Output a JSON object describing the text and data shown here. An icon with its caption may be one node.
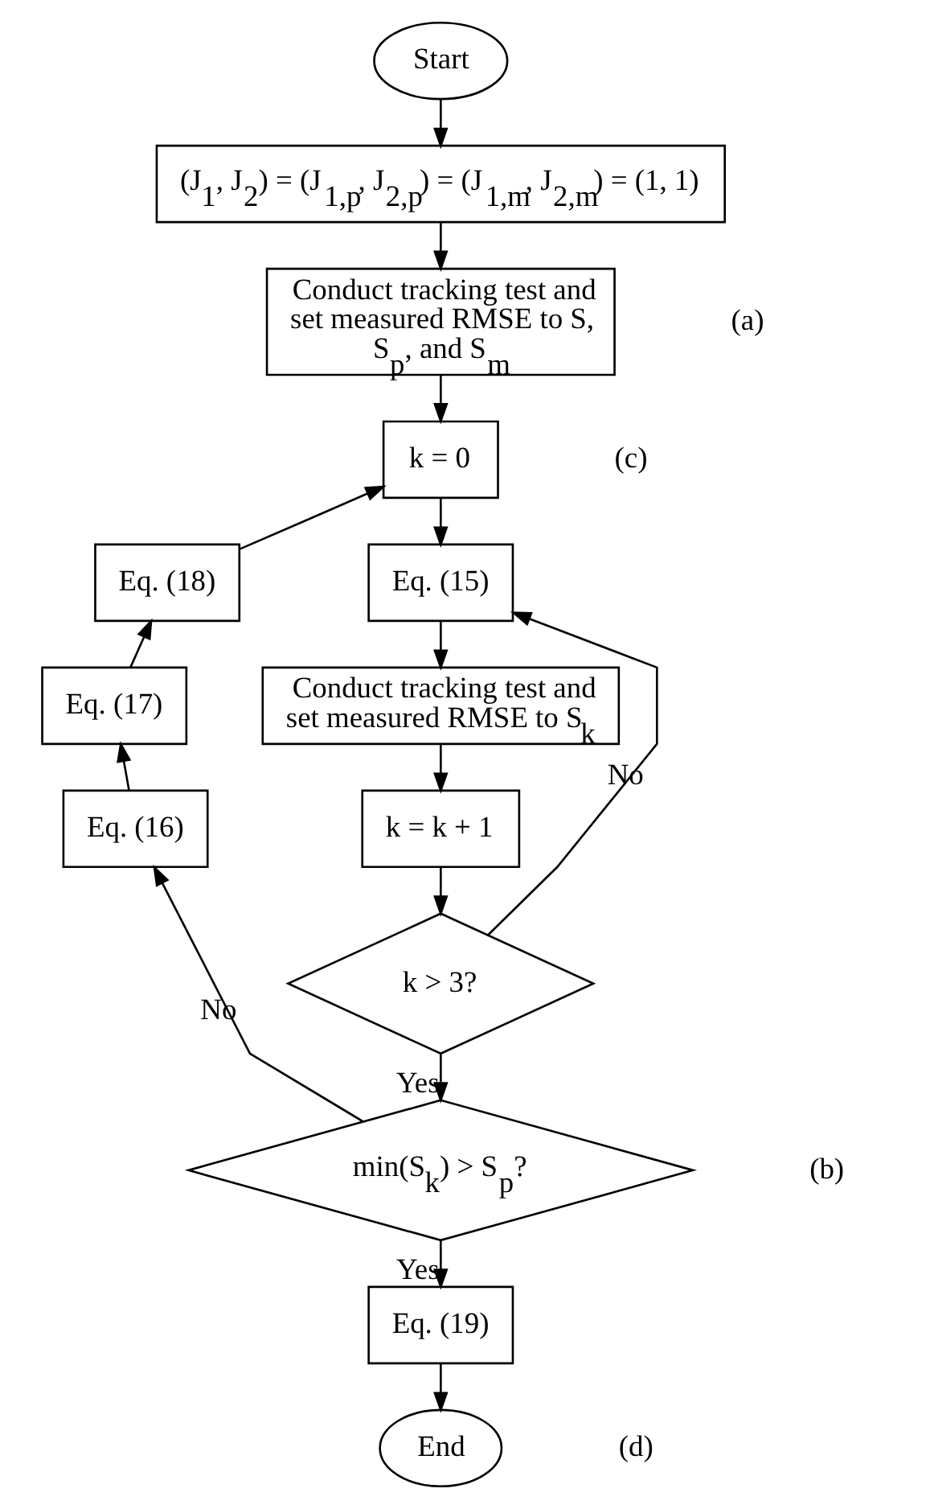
{
  "diagram": {
    "nodes": [
      {
        "text": [
          "Start"
        ]
      },
      {
        "text": [
          "(J$_{1}$, J$_{2}$) = (J$_{1,p}$, J$_{2,p}$) = (J$_{1,m}$, J$_{2,m}$) = (1, 1)"
        ]
      },
      {
        "text": [
          "Conduct tracking test and set measured RMSE to S, S$_{p}$, and S$_{m}$"
        ]
      },
      {
        "text": [
          "k = 0"
        ]
      },
      {
        "text": [
          "Eq. (15)"
        ]
      },
      {
        "text": [
          "Conduct tracking test and set measured RMSE to S$_{k}$"
        ]
      },
      {
        "text": [
          "k = k + 1"
        ]
      },
      {
        "text": [
          "k > 3?"
        ]
      },
      {
        "text": [
          "min(S$_{k}$) > S$_{p}$?"
        ]
      },
      {
        "text": [
          "Eq. (19)"
        ]
      },
      {
        "text": [
          "End"
        ]
      },
      {
        "text": [
          "Eq. (16)"
        ]
      },
      {
        "text": [
          "Eq. (17)"
        ]
      },
      {
        "text": [
          "Eq. (18)"
        ]
      }
    ],
    "edges": [
      {
        "from": 0,
        "to": 1,
        "arrow": "to"
      },
      {
        "from": 1,
        "to": 2,
        "arrow": "to"
      },
      {
        "from": 2,
        "to": 3,
        "arrow": "to"
      },
      {
        "from": 3,
        "to": 4,
        "arrow": "to"
      },
      {
        "from": 4,
        "to": 5,
        "arrow": "to"
      },
      {
        "from": 5,
        "to": 6,
        "arrow": "to"
      },
      {
        "from": 6,
        "to": 7,
        "arrow": "to"
      },
      {
        "from": 7,
        "to": 4,
        "label": "No",
        "arrow": "to"
      },
      {
        "from": 7,
        "to": 8,
        "label": "Yes",
        "arrow": "to"
      },
      {
        "from": 8,
        "to": 9,
        "label": "Yes",
        "arrow": "to"
      },
      {
        "from": 9,
        "to": 10,
        "arrow": "to"
      },
      {
        "from": 8,
        "to": 11,
        "label": "No",
        "arrow": "to"
      },
      {
        "from": 11,
        "to": 12,
        "arrow": "to"
      },
      {
        "from": 12,
        "to": 13,
        "arrow": "to"
      },
      {
        "from": 13,
        "to": 3,
        "arrow": "to"
      }
    ],
    "labels": [
      "(a)",
      "(c)",
      "(b)",
      "(d)"
    ]
  }
}
